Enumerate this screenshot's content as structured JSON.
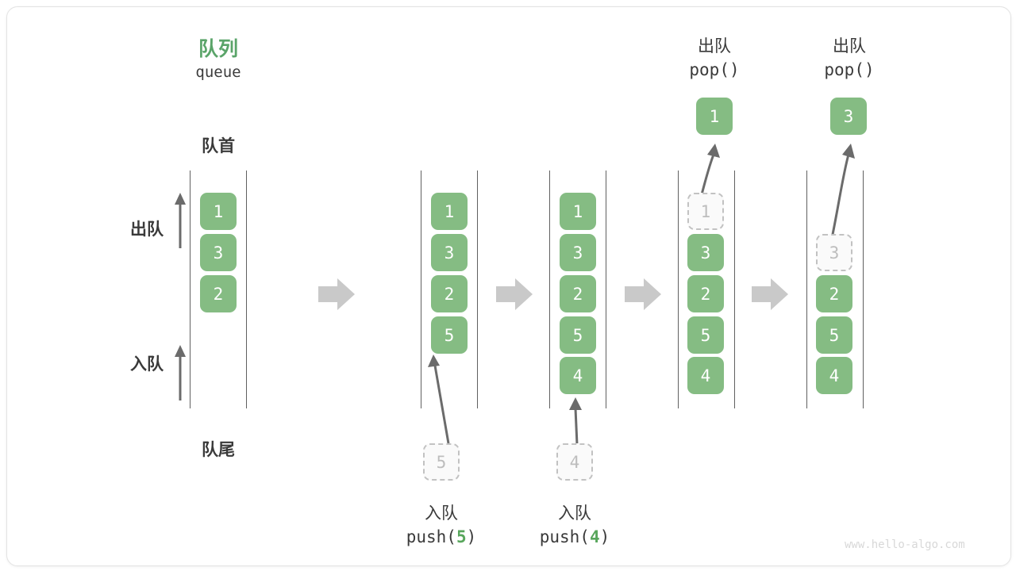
{
  "diagram": {
    "title_cn": "队列",
    "title_en": "queue",
    "head_label": "队首",
    "tail_label": "队尾",
    "dequeue_label": "出队",
    "enqueue_label": "入队",
    "watermark": "www.hello-algo.com",
    "colors": {
      "green": "#85bc83",
      "title_green": "#5aa469",
      "ghost_border": "#c2c2c2",
      "ghost_text": "#bdbdbd",
      "rail": "#606060",
      "arrow": "#6b6b6b",
      "block_arrow": "#c9c9c9",
      "text": "#3a3a3a"
    }
  },
  "steps": [
    {
      "id": "initial",
      "cells": [
        {
          "value": "1",
          "state": "filled"
        },
        {
          "value": "3",
          "state": "filled"
        },
        {
          "value": "2",
          "state": "filled"
        }
      ]
    },
    {
      "id": "after-push-5",
      "cells": [
        {
          "value": "1",
          "state": "filled"
        },
        {
          "value": "3",
          "state": "filled"
        },
        {
          "value": "2",
          "state": "filled"
        },
        {
          "value": "5",
          "state": "filled"
        }
      ],
      "incoming": {
        "value": "5",
        "state": "ghost"
      },
      "caption_cn": "入队",
      "caption_code_prefix": "push(",
      "caption_code_num": "5",
      "caption_code_suffix": ")"
    },
    {
      "id": "after-push-4",
      "cells": [
        {
          "value": "1",
          "state": "filled"
        },
        {
          "value": "3",
          "state": "filled"
        },
        {
          "value": "2",
          "state": "filled"
        },
        {
          "value": "5",
          "state": "filled"
        },
        {
          "value": "4",
          "state": "filled"
        }
      ],
      "incoming": {
        "value": "4",
        "state": "ghost"
      },
      "caption_cn": "入队",
      "caption_code_prefix": "push(",
      "caption_code_num": "4",
      "caption_code_suffix": ")"
    },
    {
      "id": "after-pop-1",
      "cells": [
        {
          "value": "1",
          "state": "ghost"
        },
        {
          "value": "3",
          "state": "filled"
        },
        {
          "value": "2",
          "state": "filled"
        },
        {
          "value": "5",
          "state": "filled"
        },
        {
          "value": "4",
          "state": "filled"
        }
      ],
      "popped": {
        "value": "1",
        "state": "filled"
      },
      "header_cn": "出队",
      "header_code": "pop()"
    },
    {
      "id": "after-pop-3",
      "cells": [
        {
          "value": "",
          "state": "empty"
        },
        {
          "value": "3",
          "state": "ghost"
        },
        {
          "value": "2",
          "state": "filled"
        },
        {
          "value": "5",
          "state": "filled"
        },
        {
          "value": "4",
          "state": "filled"
        }
      ],
      "popped": {
        "value": "3",
        "state": "filled"
      },
      "header_cn": "出队",
      "header_code": "pop()"
    }
  ],
  "chart_data": {
    "type": "diagram",
    "title": "队列 queue",
    "description": "Queue operations: push and pop",
    "sequence": [
      {
        "state": [
          "1",
          "3",
          "2"
        ],
        "operation": ""
      },
      {
        "state": [
          "1",
          "3",
          "2",
          "5"
        ],
        "operation": "push(5)"
      },
      {
        "state": [
          "1",
          "3",
          "2",
          "5",
          "4"
        ],
        "operation": "push(4)"
      },
      {
        "state": [
          "3",
          "2",
          "5",
          "4"
        ],
        "operation": "pop()",
        "returned": "1"
      },
      {
        "state": [
          "2",
          "5",
          "4"
        ],
        "operation": "pop()",
        "returned": "3"
      }
    ]
  }
}
